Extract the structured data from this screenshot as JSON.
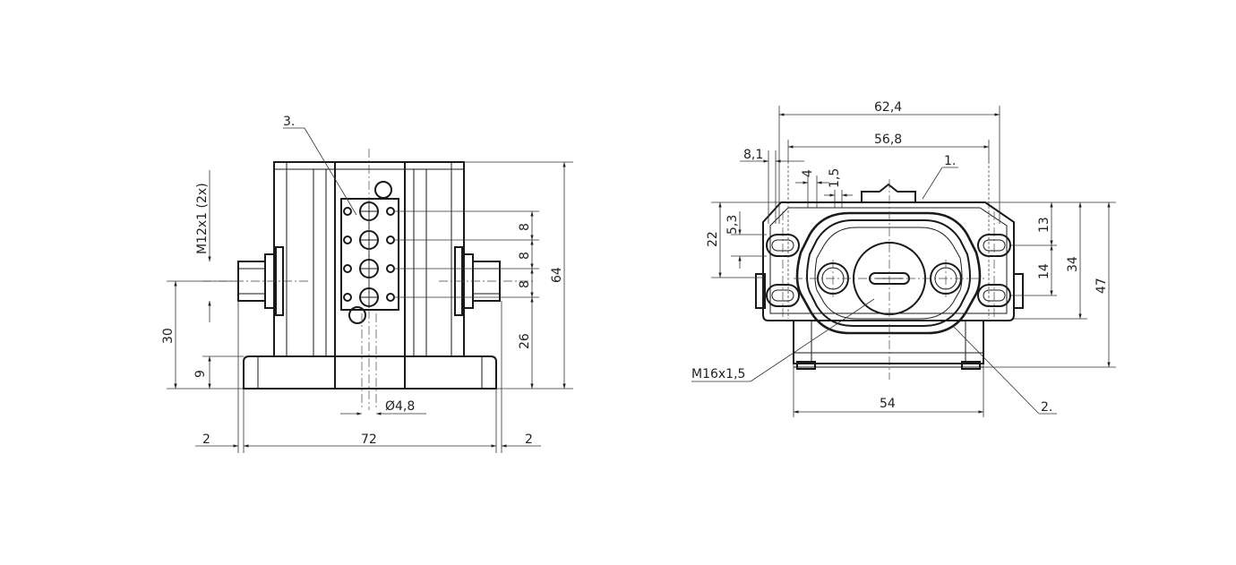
{
  "front_view": {
    "callout": "3.",
    "thread_label": "M12x1 (2x)",
    "dims": {
      "width": "72",
      "left_edge": "2",
      "right_edge": "2",
      "height": "64",
      "height_lower": "26",
      "pitch_1": "8",
      "pitch_2": "8",
      "pitch_3": "8",
      "port_height": "30",
      "base_height": "9",
      "bore": "Ø4,8"
    }
  },
  "side_view": {
    "callout_1": "1.",
    "callout_2": "2.",
    "thread_label": "M16x1,5",
    "dims": {
      "overall_width": "62,4",
      "hole_spacing": "56,8",
      "offset_a": "8,1",
      "offset_b": "4",
      "offset_c": "1,5",
      "left_a": "22",
      "left_b": "5,3",
      "right_a": "13",
      "right_b": "14",
      "right_c": "34",
      "right_d": "47",
      "base_width": "54"
    }
  }
}
